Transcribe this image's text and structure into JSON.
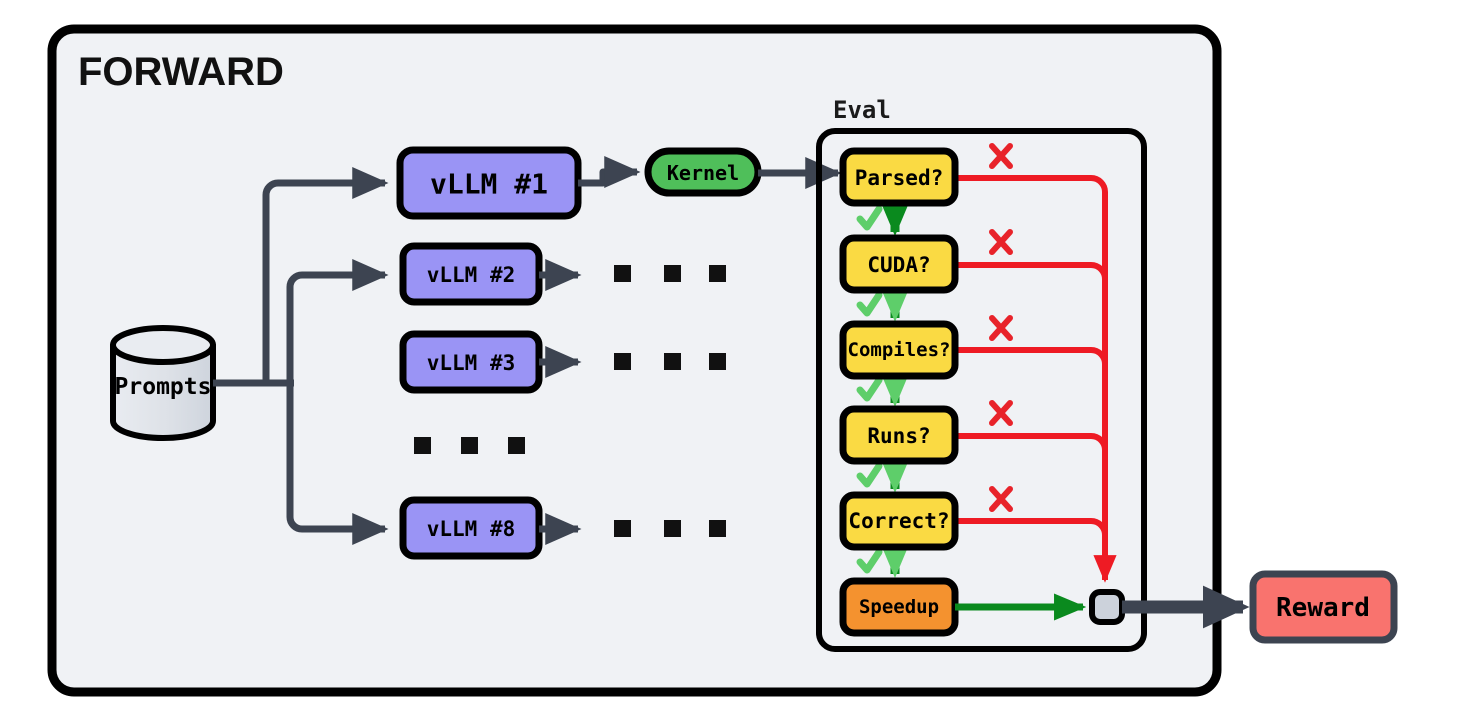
{
  "panel": {
    "title": "FORWARD",
    "background": "#f0f2f5",
    "border_color": "#000000"
  },
  "source": {
    "label": "Prompts",
    "shape": "cylinder",
    "fill": "#dde1e7"
  },
  "workers": {
    "fill": "#9a94f5",
    "items": [
      {
        "label": "vLLM #1",
        "has_input_arrow": true,
        "trailing": "kernel"
      },
      {
        "label": "vLLM #2",
        "has_input_arrow": true,
        "trailing": "dots"
      },
      {
        "label": "vLLM #3",
        "has_input_arrow": false,
        "trailing": "dots"
      },
      {
        "label": "vLLM #8",
        "has_input_arrow": true,
        "trailing": "dots"
      }
    ],
    "vertical_ellipsis": "dots"
  },
  "kernel": {
    "label": "Kernel",
    "fill": "#4fbf5a",
    "shape": "stadium"
  },
  "eval": {
    "title": "Eval",
    "pass_marker": "check-mark",
    "fail_marker": "cross-mark",
    "stages": [
      {
        "label": "Parsed?",
        "fill": "#fada43"
      },
      {
        "label": "CUDA?",
        "fill": "#fada43"
      },
      {
        "label": "Compiles?",
        "fill": "#fada43"
      },
      {
        "label": "Runs?",
        "fill": "#fada43"
      },
      {
        "label": "Correct?",
        "fill": "#fada43"
      },
      {
        "label": "Speedup",
        "fill": "#f4922f"
      }
    ],
    "merge_node": {
      "name": "merge-junction",
      "fill": "#ccd2db"
    }
  },
  "output": {
    "label": "Reward",
    "fill": "#f9736e",
    "border_color": "#3d4451"
  },
  "colors": {
    "dark_flow": "#3d4451",
    "fail_flow": "#ee1b24",
    "pass_flow": "#0a8a1e",
    "pass_arrow": "#5ece6a",
    "tick": "#5ece6a",
    "cross": "#e8232a"
  }
}
